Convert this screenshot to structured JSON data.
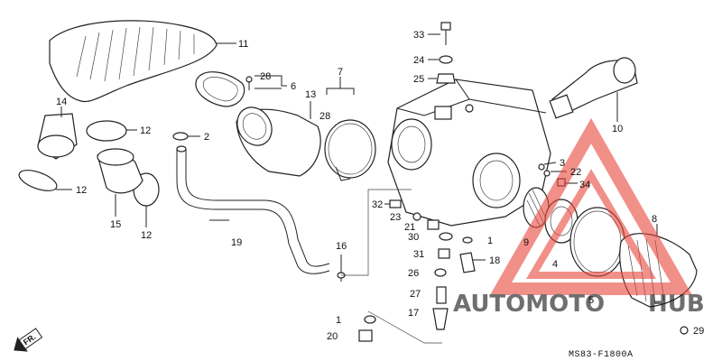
{
  "labels": [
    "11",
    "14",
    "12",
    "12",
    "15",
    "12",
    "28",
    "6",
    "2",
    "19",
    "13",
    "28",
    "7",
    "16",
    "33",
    "24",
    "25",
    "10",
    "3",
    "22",
    "34",
    "32",
    "23",
    "21",
    "30",
    "1",
    "31",
    "18",
    "26",
    "27",
    "17",
    "1",
    "20",
    "9",
    "4",
    "5",
    "8",
    "29"
  ],
  "drawing_code": "MS83-F1800A",
  "direction_label": "FR.",
  "watermark": {
    "part1": "AUTOMOTO",
    "part2": "HUB",
    "triangle_color": "#e8453c",
    "text_color": "#e8453c"
  }
}
